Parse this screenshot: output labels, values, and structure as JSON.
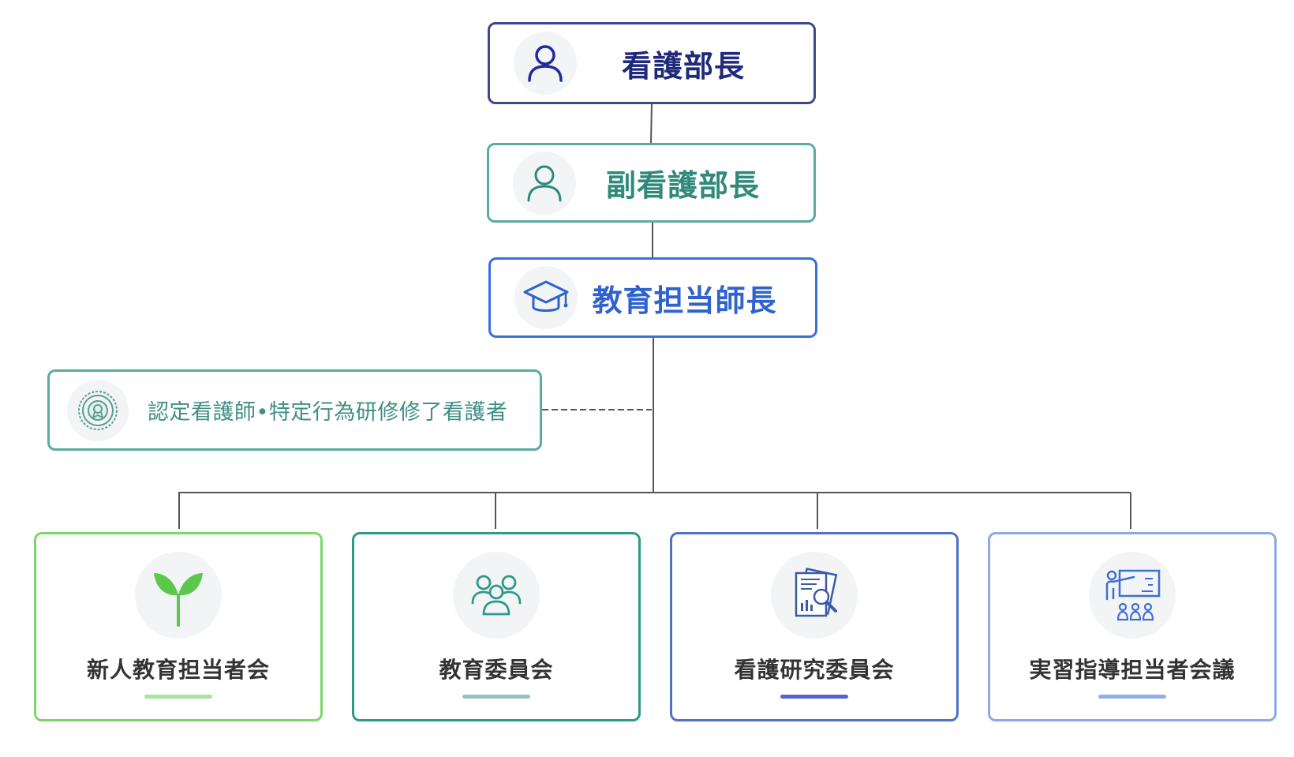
{
  "colors": {
    "director": "#1f2a7a",
    "deputy": "#2f8a7c",
    "education_head": "#2e63cf",
    "certified": "#3f8f84",
    "newcomer_accent": "#7cd66a",
    "committee_accent": "#2f9988",
    "research_accent": "#4e72c6",
    "practicum_accent": "#8ca9e3",
    "connector": "#555555"
  },
  "nodes": {
    "director": {
      "label": "看護部長",
      "icon": "person-icon"
    },
    "deputy": {
      "label": "副看護部長",
      "icon": "person-icon"
    },
    "education_head": {
      "label": "教育担当師長",
      "icon": "graduation-cap-icon"
    },
    "certified": {
      "label": "認定看護師•特定行為研修修了看護者",
      "icon": "certificate-badge-icon"
    },
    "children": [
      {
        "label": "新人教育担当者会",
        "icon": "sprout-icon"
      },
      {
        "label": "教育委員会",
        "icon": "group-icon"
      },
      {
        "label": "看護研究委員会",
        "icon": "research-document-icon"
      },
      {
        "label": "実習指導担当者会議",
        "icon": "teaching-board-icon"
      }
    ]
  }
}
